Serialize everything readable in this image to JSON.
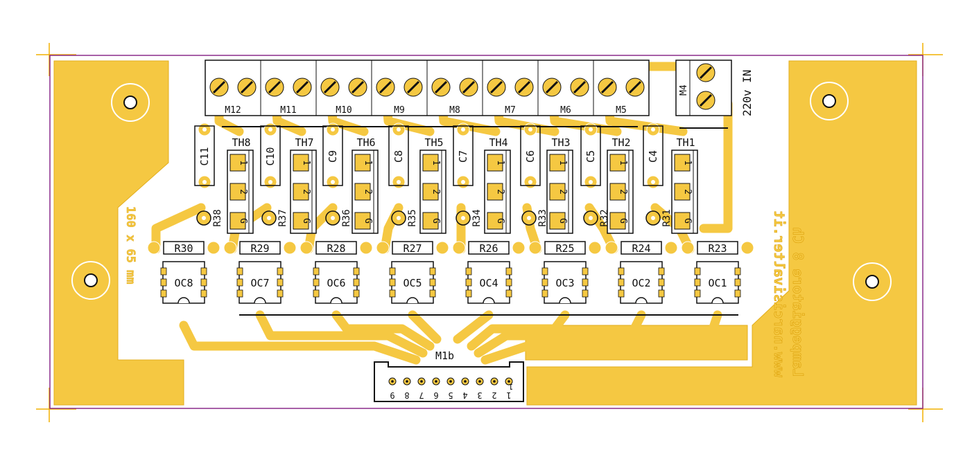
{
  "colors": {
    "copper": "#f5c842",
    "copper_edge": "#e2ae1e",
    "silk": "#111111",
    "outline": "#8a2b8a",
    "crosshair": "#f2b000",
    "pad": "#ffffff"
  },
  "terminals": [
    "M12",
    "M11",
    "M10",
    "M9",
    "M8",
    "M7",
    "M6",
    "M5"
  ],
  "power_terminal": {
    "name": "M4",
    "label": "220v IN"
  },
  "triacs": [
    "TH8",
    "TH7",
    "TH6",
    "TH5",
    "TH4",
    "TH3",
    "TH2",
    "TH1"
  ],
  "triac_pins": [
    "1",
    "2",
    "G"
  ],
  "capacitors": [
    "C11",
    "C10",
    "C9",
    "C8",
    "C7",
    "C6",
    "C5",
    "C4"
  ],
  "gate_resistors": [
    "R38",
    "R37",
    "R36",
    "R35",
    "R34",
    "R33",
    "R32",
    "R31"
  ],
  "resistors": [
    "R30",
    "R29",
    "R28",
    "R27",
    "R26",
    "R25",
    "R24",
    "R23"
  ],
  "optocouplers": [
    "OC8",
    "OC7",
    "OC6",
    "OC5",
    "OC4",
    "OC3",
    "OC2",
    "OC1"
  ],
  "connector": {
    "name": "M1b",
    "pins": [
      "9",
      "8",
      "7",
      "6",
      "5",
      "4",
      "3",
      "2",
      "1"
    ],
    "pin1_marker": "1"
  },
  "board_size_label": "160 x 65 mm",
  "mirrored_texts": [
    "www.narcisivalter.it",
    "Lampeggiatore 8 Ch"
  ]
}
